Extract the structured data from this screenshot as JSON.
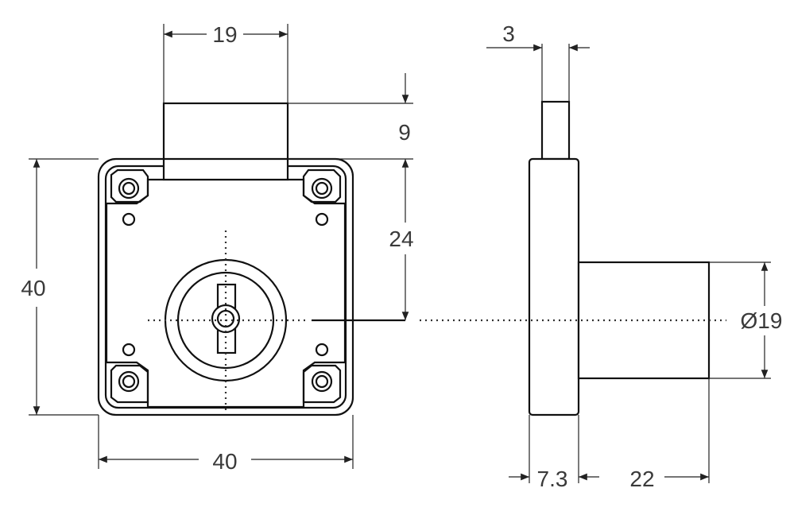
{
  "drawing": {
    "dimensions": {
      "front_cylinder_width": "19",
      "cylinder_projection": "9",
      "cylinder_center_height": "24",
      "body_height": "40",
      "body_width": "40",
      "bolt_thickness": "3",
      "cylinder_diameter": "Ø19",
      "plate_thickness": "7.3",
      "cylinder_length": "22"
    }
  }
}
